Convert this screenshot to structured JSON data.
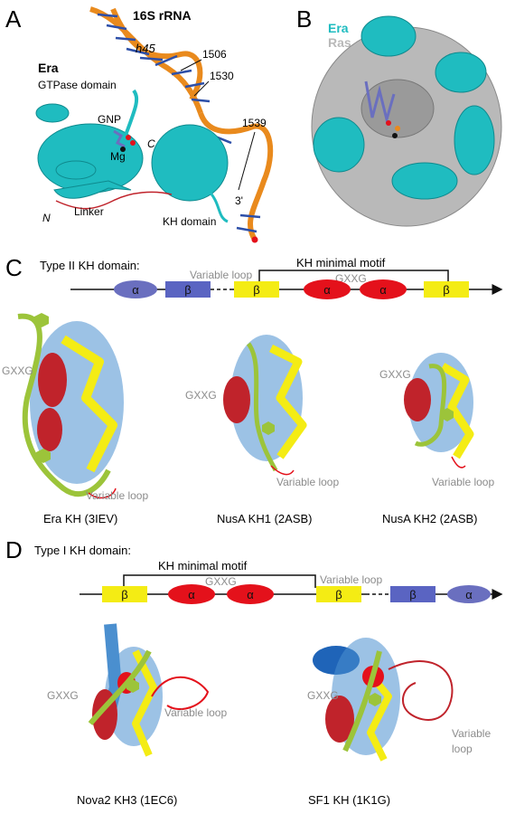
{
  "panels": {
    "A": {
      "letter": "A",
      "rrna_title": "16S rRNA",
      "h45": "h45",
      "n1506": "1506",
      "n1530": "1530",
      "n1539": "1539",
      "three_prime": "3'",
      "era": "Era",
      "gtpase": "GTPase domain",
      "gnp": "GNP",
      "mg": "Mg",
      "c": "C",
      "n": "N",
      "linker": "Linker",
      "kh": "KH domain"
    },
    "B": {
      "letter": "B",
      "era": "Era",
      "ras": "Ras"
    },
    "C": {
      "letter": "C",
      "title": "Type II KH domain:",
      "motif": "KH minimal motif",
      "variable_loop_top": "Variable loop",
      "gxxg_top": "GXXG",
      "elements": [
        "α",
        "β",
        "β",
        "α",
        "α",
        "β"
      ],
      "structures": [
        {
          "gxxg": "GXXG",
          "variable": "Variable loop",
          "caption": "Era   KH (3IEV)"
        },
        {
          "gxxg": "GXXG",
          "variable": "Variable loop",
          "caption": "NusA KH1 (2ASB)"
        },
        {
          "gxxg": "GXXG",
          "variable": "Variable loop",
          "caption": "NusA KH2 (2ASB)"
        }
      ]
    },
    "D": {
      "letter": "D",
      "title": "Type I KH domain:",
      "motif": "KH minimal motif",
      "gxxg_top": "GXXG",
      "variable_loop_top": "Variable loop",
      "elements": [
        "β",
        "α",
        "α",
        "β",
        "β",
        "α"
      ],
      "structures": [
        {
          "gxxg": "GXXG",
          "variable": "Variable loop",
          "caption": "Nova2 KH3 (1EC6)"
        },
        {
          "gxxg": "GXXG",
          "variable_1": "Variable",
          "variable_2": "loop",
          "caption": "SF1 KH (1K1G)"
        }
      ]
    }
  },
  "colors": {
    "cyan": "#1fbcc0",
    "gray": "#b9b9b9",
    "orange": "#e98a1d",
    "alpha_blue": "#6a6fbf",
    "alpha_red": "#e4111b",
    "beta_yellow": "#f4ec14",
    "beta_blue": "#5a64c2",
    "helix_red": "#c0232b",
    "sheet_blue": "#4b8fcf",
    "rna_green": "#9cc43a"
  }
}
